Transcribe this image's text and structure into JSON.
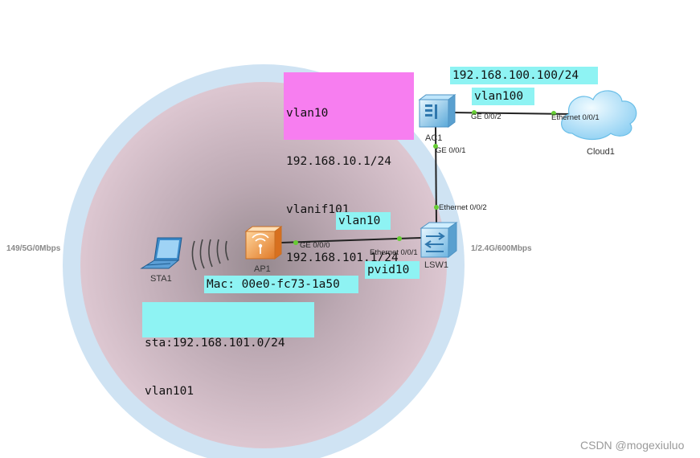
{
  "devices": {
    "ac": "AC1",
    "cloud": "Cloud1",
    "switch": "LSW1",
    "ap": "AP1",
    "sta": "STA1"
  },
  "ports": {
    "ac_to_cloud": "GE 0/0/2",
    "cloud_port": "Ethernet 0/0/1",
    "ac_to_switch": "GE 0/0/1",
    "switch_to_ac": "Ethernet 0/0/2",
    "ap_port": "GE 0/0/0",
    "switch_to_ap": "Ethernet 0/0/1"
  },
  "radio": {
    "left": "149/5G/0Mbps",
    "right": "1/2.4G/600Mbps"
  },
  "notes": {
    "ac_config": [
      "vlan10",
      "192.168.10.1/24",
      "vlanif101",
      "192.168.101.1/24"
    ],
    "cloud_ip": "192.168.100.100/24",
    "cloud_vlan": "vlan100",
    "ap_link_vlan": "vlan10",
    "switch_pvid": "pvid10",
    "ap_mac": "Mac: 00e0-fc73-1a50",
    "sta_info": [
      "sta:192.168.101.0/24",
      "vlan101"
    ]
  },
  "colors": {
    "note_cyan": "#8ef3f3",
    "note_pink": "#f77ef0",
    "coverage_outer": "#cfe3f3",
    "coverage_inner": "#d9c3cd",
    "port_dot": "#66cc33"
  },
  "watermark": "CSDN @mogexiuluo"
}
